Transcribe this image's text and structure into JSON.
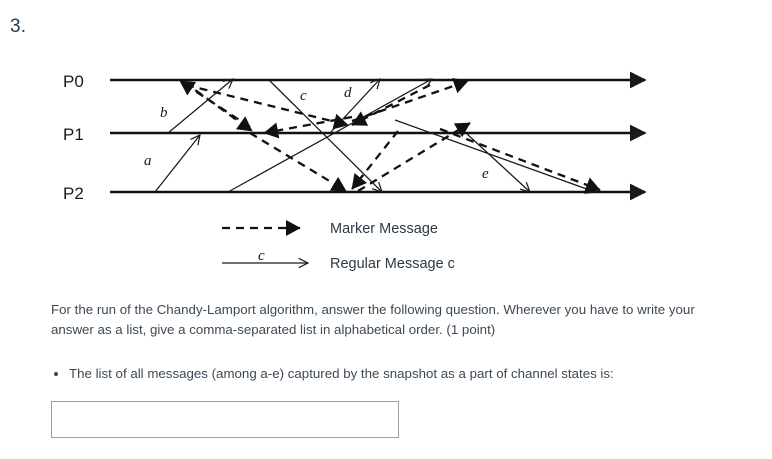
{
  "question": {
    "number": "3.",
    "prompt_line1": "For the run of the Chandy-Lamport algorithm, answer the following question. Wherever you",
    "prompt_line2": "have to write your answer as a list, give a comma-separated list in alphabetical order. (1 point)",
    "bullet": "The list of all messages (among a-e) captured by the snapshot as a part of channel states is:"
  },
  "answer": {
    "value": "",
    "placeholder": ""
  },
  "diagram": {
    "process_labels": [
      "P0",
      "P1",
      "P2"
    ],
    "message_labels": [
      "a",
      "b",
      "c",
      "d",
      "e"
    ],
    "legend": [
      {
        "style": "dashed",
        "label": "Marker Message"
      },
      {
        "style": "solid",
        "label": "Regular Message c",
        "inline_label": "c"
      }
    ],
    "colors": {
      "line": "#111111",
      "text": "#1a1a1a",
      "body_text": "#3b4a57",
      "number_text": "#2a3c4e",
      "input_border": "#9aa0a6",
      "background": "#ffffff"
    },
    "regular_messages": [
      {
        "label": "a",
        "from": "P2",
        "to": "P1"
      },
      {
        "label": "b",
        "from": "P1",
        "to": "P0"
      },
      {
        "label": "c",
        "from": "P0",
        "to": "P2"
      },
      {
        "label": "d",
        "from": "P1",
        "to": "P0"
      },
      {
        "label": "e",
        "from": "P1",
        "to": "P2"
      },
      {
        "label": "",
        "from": "P2",
        "to": "P0"
      },
      {
        "label": "",
        "from": "P0",
        "to": "P2"
      }
    ],
    "marker_messages": [
      {
        "from": "P0",
        "to": "P1"
      },
      {
        "from": "P2",
        "to": "P0"
      },
      {
        "from": "P0",
        "to": "P2"
      },
      {
        "from": "P1",
        "to": "P0"
      },
      {
        "from": "P2",
        "to": "P1"
      },
      {
        "from": "P1",
        "to": "P2"
      },
      {
        "from": "P0",
        "to": "P1"
      },
      {
        "from": "P1",
        "to": "P2"
      }
    ]
  }
}
